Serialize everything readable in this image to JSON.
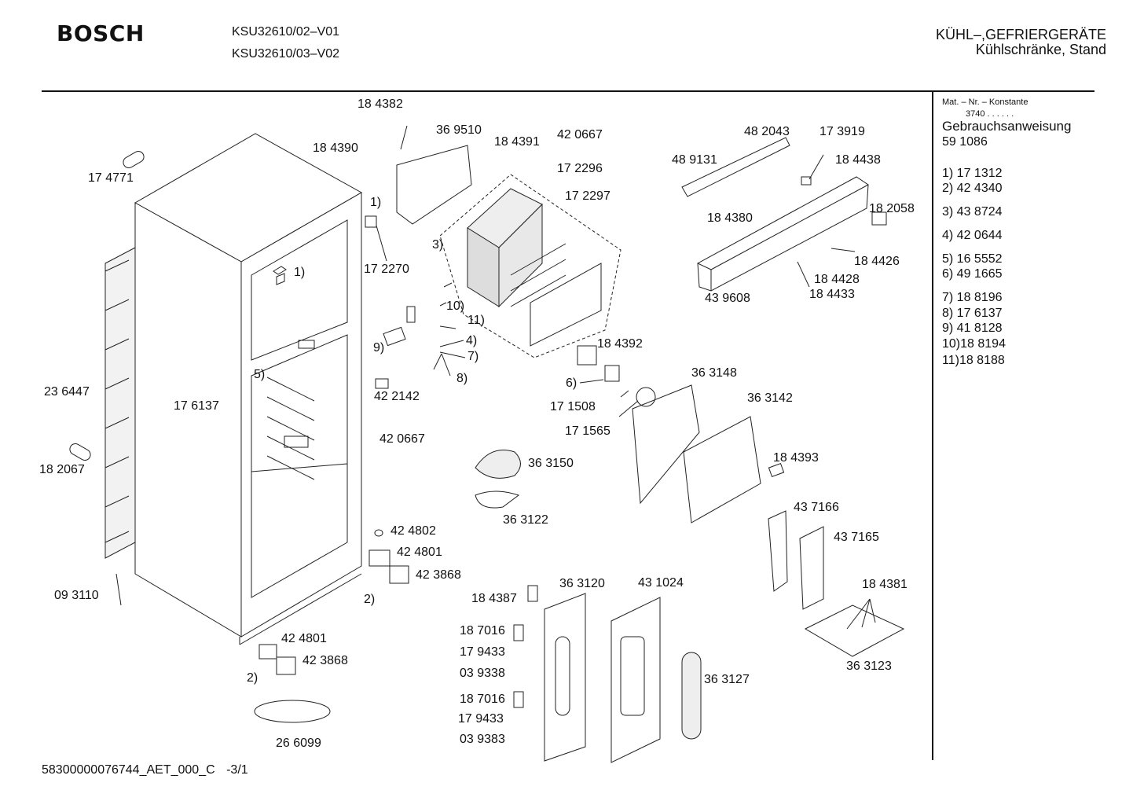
{
  "header": {
    "brand": "BOSCH",
    "models": [
      "KSU32610/02–V01",
      "KSU32610/03–V02"
    ],
    "category_line1": "KÜHL–,GEFRIERGERÄTE",
    "category_line2": "Kühlschränke, Stand"
  },
  "sidebar": {
    "mat_label": "Mat. – Nr. – Konstante",
    "mat_value": "3740 . . . . . .",
    "doc_title": "Gebrauchsanweisung",
    "doc_number": "59 1086",
    "items": [
      "1) 17 1312",
      "2) 42 4340",
      "3) 43 8724",
      "4) 42 0644",
      "5) 16 5552",
      "6) 49 1665",
      "7) 18 8196",
      "8) 17 6137",
      "9) 41 8128",
      "10)18 8194",
      "11)18 8188"
    ]
  },
  "parts": {
    "p184382": "18 4382",
    "p369510": "36 9510",
    "p184390": "18 4390",
    "p184391": "18 4391",
    "p420667a": "42 0667",
    "p172296": "17 2296",
    "p172297": "17 2297",
    "p174771": "17 4771",
    "m1a": "1)",
    "m1b": "1)",
    "p172270": "17 2270",
    "m3": "3)",
    "m10": "10)",
    "m11": "11)",
    "m4": "4)",
    "m7": "7)",
    "m8": "8)",
    "m9": "9)",
    "m5": "5)",
    "p236447": "23 6447",
    "p176137": "17 6137",
    "p422142": "42 2142",
    "p420667b": "42 0667",
    "p182067": "18 2067",
    "p482043": "48 2043",
    "p173919": "17 3919",
    "p489131": "48 9131",
    "p184438": "18 4438",
    "p184380": "18 4380",
    "p182058": "18 2058",
    "p184426": "18 4426",
    "p184428": "18 4428",
    "p184433": "18 4433",
    "p439608": "43 9608",
    "p184392": "18 4392",
    "m6": "6)",
    "p171508": "17 1508",
    "p171565": "17 1565",
    "p363148": "36 3148",
    "p363142": "36 3142",
    "p363150": "36 3150",
    "p184393": "18 4393",
    "p363122": "36 3122",
    "p437166": "43 7166",
    "p437165": "43 7165",
    "p424802": "42 4802",
    "p424801a": "42 4801",
    "p423868a": "42 3868",
    "p093110": "09 3110",
    "m2a": "2)",
    "p184387": "18 4387",
    "p363120": "36 3120",
    "p431024": "43 1024",
    "p184381": "18 4381",
    "p424801b": "42 4801",
    "p423868b": "42 3868",
    "p187016a": "18 7016",
    "p179433a": "17 9433",
    "p039338": "03 9338",
    "m2b": "2)",
    "p363127": "36 3127",
    "p363123": "36 3123",
    "p187016b": "18 7016",
    "p179433b": "17 9433",
    "p039383": "03 9383",
    "p266099": "26 6099"
  },
  "footer": {
    "doc_code": "58300000076744_AET_000_C",
    "page": "-3/1"
  }
}
